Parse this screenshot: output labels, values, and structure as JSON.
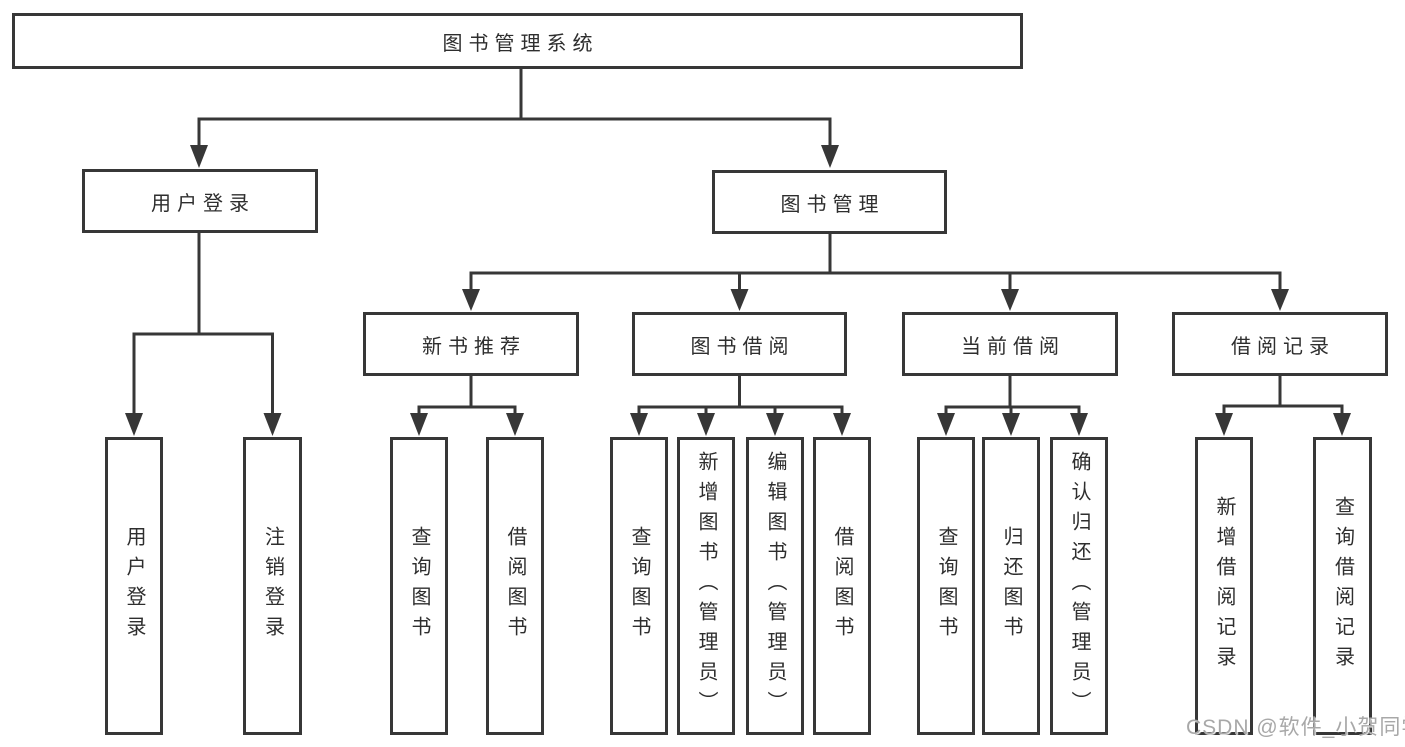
{
  "colors": {
    "line": "#373737",
    "text": "#2e2e2e",
    "box_background": "#ffffff",
    "page_background": "#ffffff",
    "watermark": "#a8a8a8"
  },
  "root": {
    "label": "图书管理系统"
  },
  "level2": {
    "user_login": {
      "label": "用户登录"
    },
    "book_mgmt": {
      "label": "图书管理"
    }
  },
  "level3": {
    "new_books": {
      "label": "新书推荐"
    },
    "book_borrow": {
      "label": "图书借阅"
    },
    "current_borrow": {
      "label": "当前借阅"
    },
    "borrow_records": {
      "label": "借阅记录"
    }
  },
  "leaves": {
    "login": {
      "label": "用户登录"
    },
    "logout": {
      "label": "注销登录"
    },
    "nb_query": {
      "label": "查询图书"
    },
    "nb_borrow": {
      "label": "借阅图书"
    },
    "bb_query": {
      "label": "查询图书"
    },
    "bb_add": {
      "label": "新增图书（管理员）"
    },
    "bb_edit": {
      "label": "编辑图书（管理员）"
    },
    "bb_borrow": {
      "label": "借阅图书"
    },
    "cb_query": {
      "label": "查询图书"
    },
    "cb_return": {
      "label": "归还图书"
    },
    "cb_confirm": {
      "label": "确认归还（管理员）"
    },
    "br_add": {
      "label": "新增借阅记录"
    },
    "br_query": {
      "label": "查询借阅记录"
    }
  },
  "watermark": {
    "text": "CSDN @软件_小贺同学"
  }
}
